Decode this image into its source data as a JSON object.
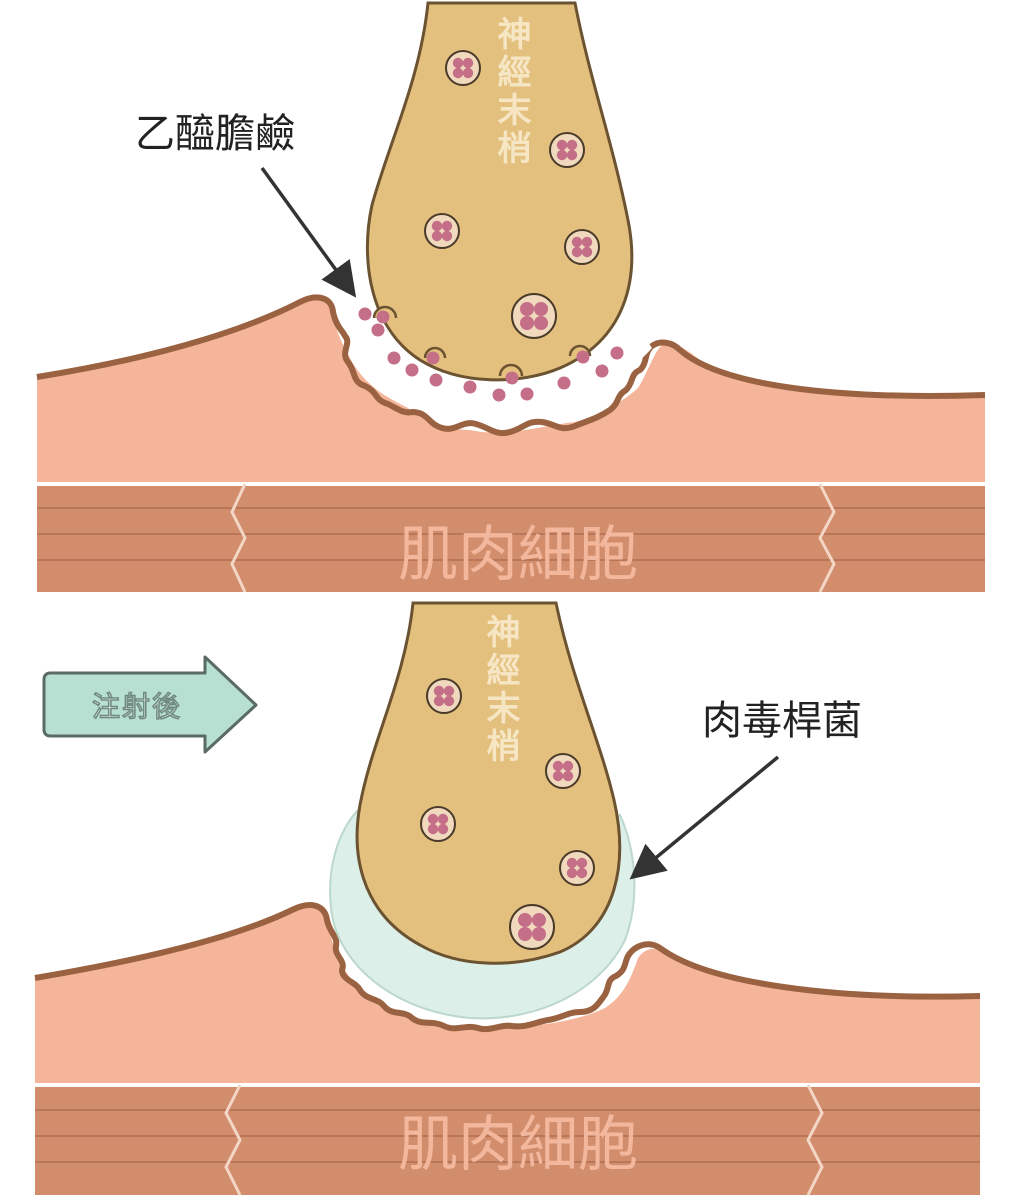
{
  "panels": {
    "before": {
      "callout": "乙醯膽鹼",
      "nerve_label": "神經末梢",
      "muscle_label": "肌肉細胞"
    },
    "after": {
      "badge": "注射後",
      "callout": "肉毒桿菌",
      "nerve_label": "神經末梢",
      "muscle_label": "肌肉細胞"
    }
  },
  "colors": {
    "nerve_fill": "#e3c07e",
    "nerve_stroke": "#6b5230",
    "muscle_tissue": "#f4b59b",
    "muscle_membrane": "#9a6240",
    "muscle_fiber": "#d28d6c",
    "vesicle": "#c46e88",
    "botox_halo": "#dcefe8",
    "badge_fill": "#b8e0d2"
  }
}
